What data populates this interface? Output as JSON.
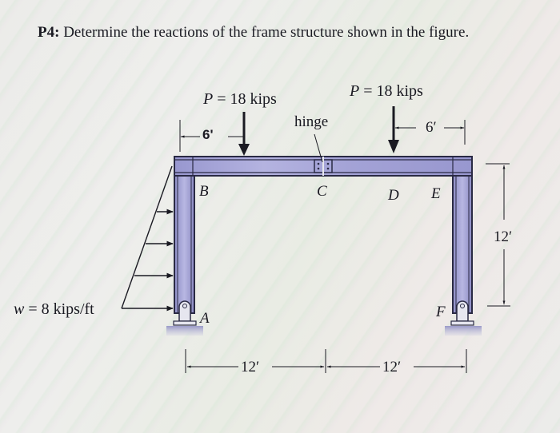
{
  "problem": {
    "number": "P4:",
    "text": " Determine the reactions of the frame structure shown in the figure."
  },
  "loads": {
    "left_point_load": {
      "symbol": "P",
      "eq": " = 18 kips"
    },
    "right_point_load": {
      "symbol": "P",
      "eq": " = 18 kips"
    },
    "distributed_load": {
      "symbol": "w",
      "eq": " = 8 kips/ft"
    }
  },
  "labels": {
    "hinge": "hinge",
    "A": "A",
    "B": "B",
    "C": "C",
    "D": "D",
    "E": "E",
    "F": "F"
  },
  "dimensions": {
    "left_offset": "6'",
    "right_offset": "6′",
    "height": "12′",
    "span_left": "12′",
    "span_right": "12′"
  },
  "colors": {
    "member_fill": "#9c9bd0",
    "member_edge": "#2a2a44",
    "ink": "#1a1a22"
  }
}
